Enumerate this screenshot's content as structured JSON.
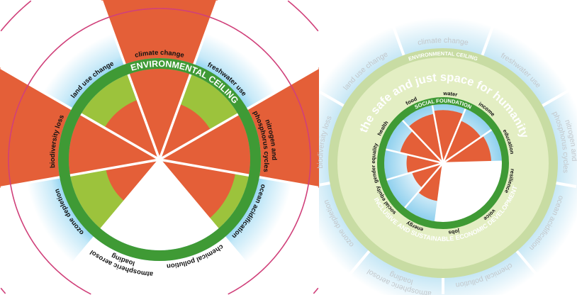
{
  "colors": {
    "overshoot_red": "#e45f38",
    "safe_green": "#9cc33c",
    "ring_green": "#3f9a35",
    "glow_blue": "#9fd8f0",
    "pink_circle": "#d0407a",
    "pale_green": "#e3eec3",
    "pale_ring": "#c8dca3",
    "pale_text": "#c3c8cc"
  },
  "left": {
    "ring_label": "ENVIRONMENTAL CEILING",
    "sectors": [
      {
        "lines": [
          "climate change"
        ],
        "angle": -90,
        "value": 1.9
      },
      {
        "lines": [
          "freshwater use"
        ],
        "angle": -50,
        "value": 0.65
      },
      {
        "lines": [
          "nitrogen and",
          "phosphorus cycles"
        ],
        "angle": -10,
        "value": 2.2
      },
      {
        "lines": [
          "ocean acidification"
        ],
        "angle": 30,
        "value": 0.85
      },
      {
        "lines": [
          "chemical pollution"
        ],
        "angle": 70,
        "value": null
      },
      {
        "lines": [
          "atmospheric aerosol",
          "loading"
        ],
        "angle": 110,
        "value": null
      },
      {
        "lines": [
          "ozone depletion"
        ],
        "angle": 150,
        "value": 0.6
      },
      {
        "lines": [
          "biodiversity loss"
        ],
        "angle": 190,
        "value": 2.4
      },
      {
        "lines": [
          "land use change"
        ],
        "angle": 230,
        "value": 0.7
      }
    ]
  },
  "right": {
    "ceiling_label": "ENVIRONMENTAL CEILING",
    "space_label": "the safe and just space for humanity",
    "foundation_label": "SOCIAL FOUNDATION",
    "development_label": "INCLUSIVE AND SUSTAINABLE ECONOMIC DEVELOPMENT",
    "env_sectors": [
      {
        "lines": [
          "climate change"
        ],
        "angle": -90
      },
      {
        "lines": [
          "freshwater use"
        ],
        "angle": -50
      },
      {
        "lines": [
          "nitrogen and",
          "phosphorus cycles"
        ],
        "angle": -10
      },
      {
        "lines": [
          "ocean acidification"
        ],
        "angle": 30
      },
      {
        "lines": [
          "chemical pollution"
        ],
        "angle": 70
      },
      {
        "lines": [
          "atmospheric aerosol",
          "loading"
        ],
        "angle": 110
      },
      {
        "lines": [
          "ozone depletion"
        ],
        "angle": 150
      },
      {
        "lines": [
          "biodiversity loss"
        ],
        "angle": 190
      },
      {
        "lines": [
          "land use change"
        ],
        "angle": 230
      }
    ],
    "social_sectors": [
      {
        "label": "health",
        "angle": 210,
        "value": 0.75
      },
      {
        "label": "food",
        "angle": 243,
        "value": 0.85
      },
      {
        "label": "water",
        "angle": 276,
        "value": 0.9
      },
      {
        "label": "income",
        "angle": 309,
        "value": 0.78
      },
      {
        "label": "education",
        "angle": 342,
        "value": 0.82
      },
      {
        "label": "resilience",
        "angle": 15,
        "value": null
      },
      {
        "label": "voice",
        "angle": 48,
        "value": null
      },
      {
        "label": "jobs",
        "angle": 81,
        "value": null
      },
      {
        "label": "energy",
        "angle": 114,
        "value": 0.65
      },
      {
        "label": "social equity",
        "angle": 147,
        "value": 0.55
      },
      {
        "label": "gender equality",
        "angle": 180,
        "value": 0.62
      }
    ]
  }
}
